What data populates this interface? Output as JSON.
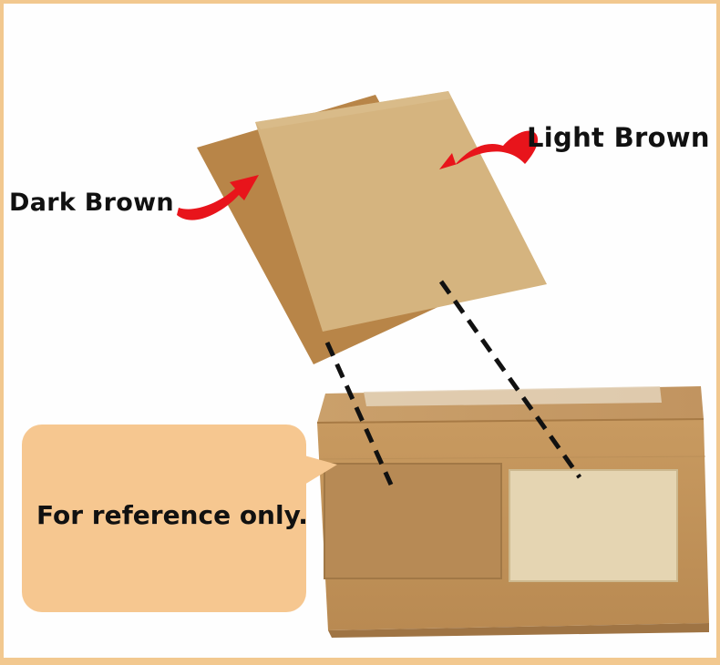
{
  "labels": {
    "light_brown": "Light Brown",
    "dark_brown": "Dark Brown",
    "note": "For reference only."
  },
  "colors": {
    "frame": "#f2c88f",
    "dark_paper": "#b98749",
    "light_paper": "#d7b47d",
    "box": "#c7985f",
    "bubble": "#f6c790",
    "arrow": "#e8141b"
  },
  "objects": [
    "dark-brown-kraft-sheet",
    "light-brown-kraft-sheet",
    "cardboard-box",
    "dark-brown-label-patch",
    "light-brown-label-patch",
    "red-arrow-icon"
  ]
}
